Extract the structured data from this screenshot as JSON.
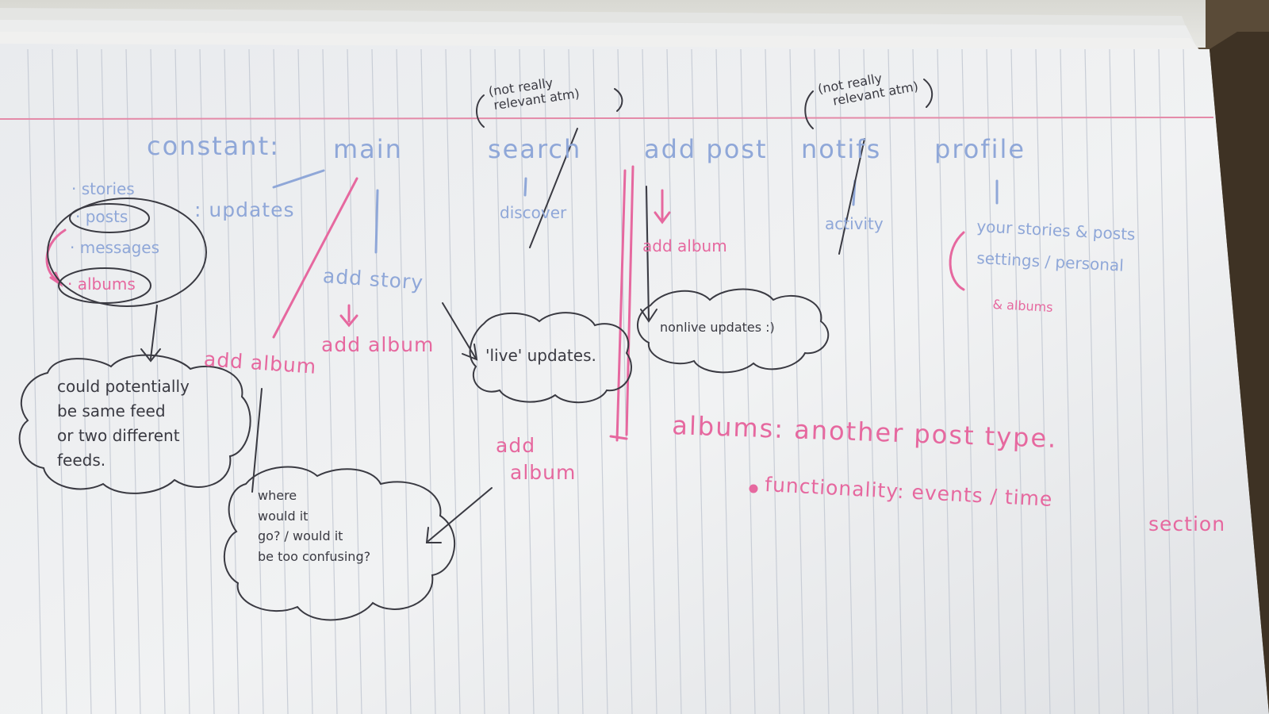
{
  "photo": {
    "description_hidden": false
  },
  "header_notes": {
    "search_note": [
      "(not really",
      "relevant atm)"
    ],
    "notifs_note": [
      "(not really",
      "relevant atm)"
    ]
  },
  "nav": {
    "constant_label": "constant:",
    "items": [
      "main",
      "search",
      "add post",
      "notifs",
      "profile"
    ]
  },
  "main_column": {
    "bullets": [
      "stories",
      "posts",
      "messages",
      "albums"
    ],
    "updates_label": ": updates",
    "add_story": "add story",
    "add_album_1": "add album",
    "add_album_2": "add album",
    "feed_cloud": [
      "could potentially",
      "be same feed",
      "or two different",
      "feeds."
    ],
    "where_cloud": [
      "where",
      "would it",
      "go? / would it",
      "be too confusing?"
    ]
  },
  "search_column": {
    "label": "discover",
    "live_cloud": "'live' updates."
  },
  "add_post_column": {
    "add_album": "add album",
    "add_album_bottom": [
      "add",
      "album"
    ],
    "nonlive_cloud": "nonlive updates :)"
  },
  "notifs_column": {
    "label": "activity"
  },
  "profile_column": {
    "items": [
      "your stories & posts",
      "settings / personal",
      "& albums"
    ]
  },
  "albums_note": {
    "line1": "albums: another post type.",
    "line2": "functionality: events / time",
    "line3": "section"
  },
  "colors": {
    "paper": "#eef0f2",
    "rule_line": "#c9cfd9",
    "margin_line": "#e48aa8",
    "blue_ink": "#8fa7d8",
    "pink_ink": "#e6689f",
    "pen_ink": "#3a3a42"
  }
}
